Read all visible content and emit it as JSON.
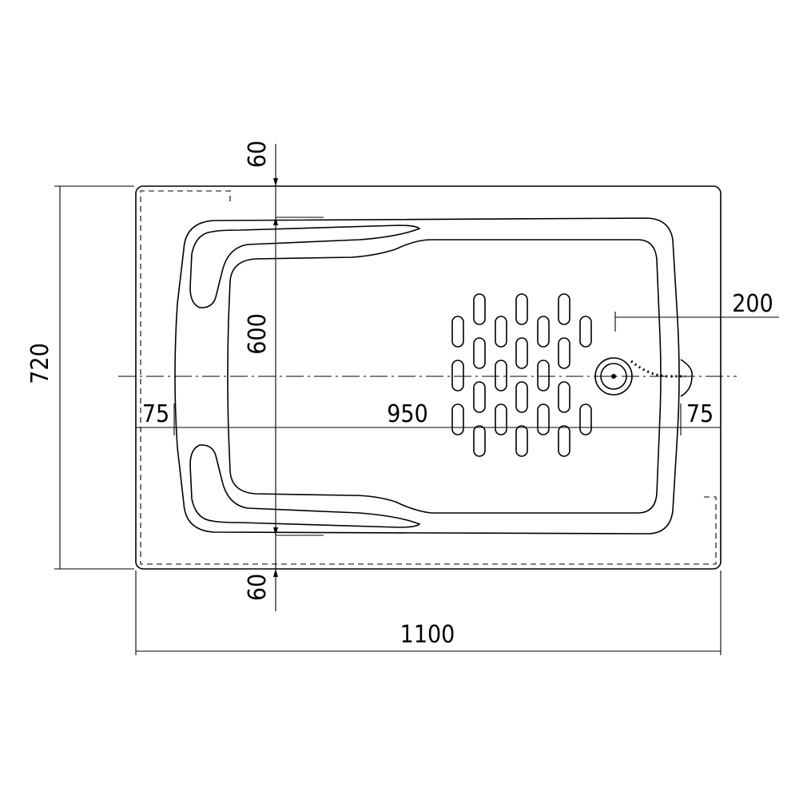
{
  "drawing": {
    "title": "Bathtub plan view",
    "dimensions": {
      "overall_length": "1100",
      "overall_width": "720",
      "inner_length": "950",
      "left_rim": "75",
      "right_rim": "75",
      "inner_width": "600",
      "top_rim": "60",
      "bottom_rim": "60",
      "drain_offset": "200"
    },
    "line_color": "#000000"
  }
}
